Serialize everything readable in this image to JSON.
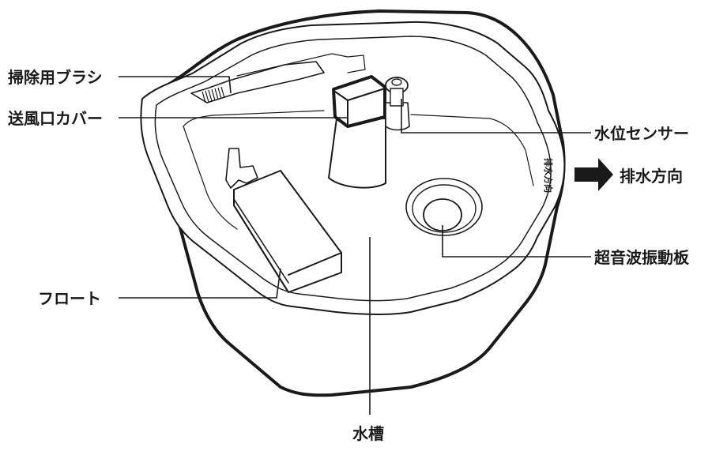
{
  "labels": {
    "brush": "掃除用ブラシ",
    "fan_cover": "送風口カバー",
    "water_sensor": "水位センサー",
    "drain_direction": "排水方向",
    "ultrasonic_plate": "超音波振動板",
    "float": "フロート",
    "tank": "水槽"
  },
  "embossed": "排水方向",
  "colors": {
    "ink": "#1a1a1a",
    "paper": "#ffffff"
  }
}
